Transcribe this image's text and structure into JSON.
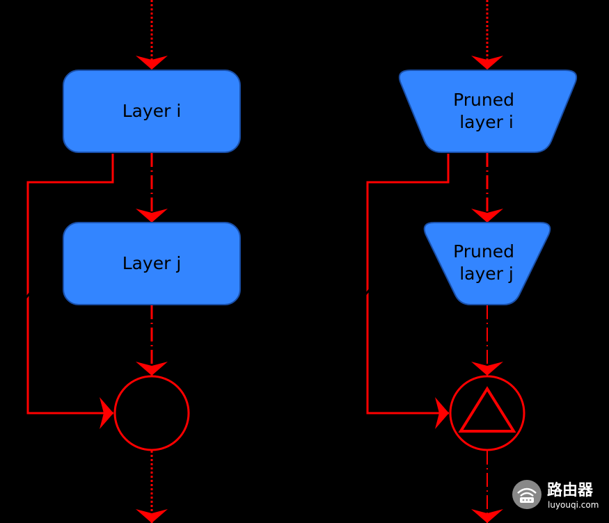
{
  "colors": {
    "background": "#000000",
    "node_fill": "#3385ff",
    "node_stroke": "#1a4fa8",
    "arrow": "#ff0000",
    "label_text": "#000000",
    "watermark": "#c8c8c8"
  },
  "left_diagram": {
    "layer_i_label": "Layer i",
    "layer_j_label": "Layer j",
    "sum_node_symbol": ""
  },
  "right_diagram": {
    "layer_i_label_line1": "Pruned",
    "layer_i_label_line2": "layer i",
    "layer_j_label_line1": "Pruned",
    "layer_j_label_line2": "layer j",
    "sum_node_symbol": "triangle-icon"
  },
  "watermark": {
    "logo": "router-icon",
    "title": "路由器",
    "url": "luyouqi.com"
  }
}
